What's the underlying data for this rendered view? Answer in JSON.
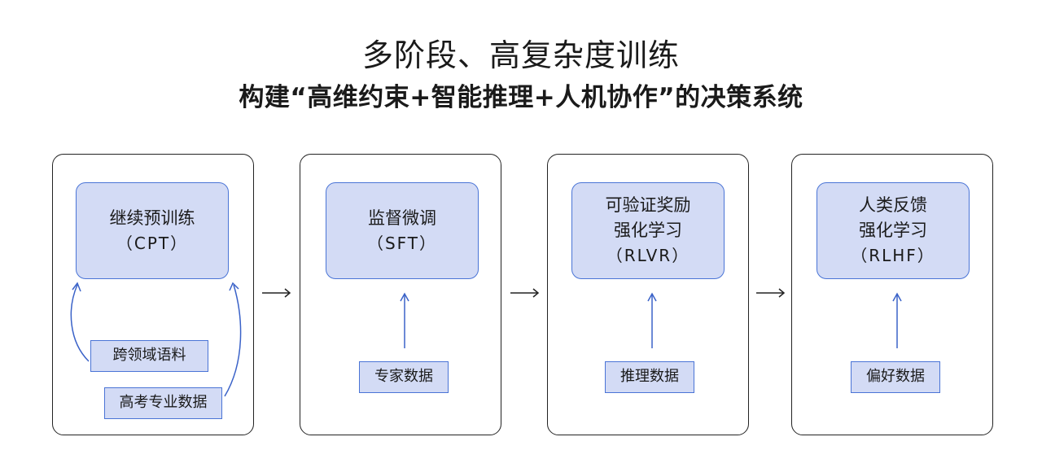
{
  "title": "多阶段、高复杂度训练",
  "subtitle": "构建“高维约束+智能推理+人机协作”的决策系统",
  "colors": {
    "box_fill": "#d3dbf5",
    "box_border": "#4a74d6",
    "arrow": "#3a62c8",
    "frame": "#222222"
  },
  "stages": [
    {
      "name_lines": [
        "继续预训练"
      ],
      "abbr": "（CPT）",
      "data": [
        "跨领域语料",
        "高考专业数据"
      ]
    },
    {
      "name_lines": [
        "监督微调"
      ],
      "abbr": "（SFT）",
      "data": [
        "专家数据"
      ]
    },
    {
      "name_lines": [
        "可验证奖励",
        "强化学习"
      ],
      "abbr": "（RLVR）",
      "data": [
        "推理数据"
      ]
    },
    {
      "name_lines": [
        "人类反馈",
        "强化学习"
      ],
      "abbr": "（RLHF）",
      "data": [
        "偏好数据"
      ]
    }
  ]
}
